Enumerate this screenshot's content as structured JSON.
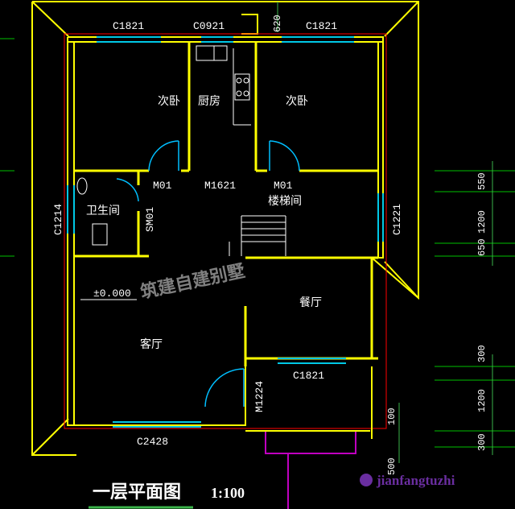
{
  "rooms": {
    "bedroom_left": "次卧",
    "kitchen": "厨房",
    "bedroom_right": "次卧",
    "bathroom": "卫生间",
    "stairwell": "楼梯间",
    "dining": "餐厅",
    "living": "客厅"
  },
  "windows": {
    "top_left": "C1821",
    "top_middle": "C0921",
    "top_right": "C1821",
    "left": "C1214",
    "right": "C1221",
    "dining": "C1821",
    "bottom": "C2428"
  },
  "doors": {
    "bedroom_left": "M01",
    "kitchen": "M1621",
    "bedroom_right": "M01",
    "bathroom": "SM01",
    "entrance": "M1224"
  },
  "dimensions": {
    "top_small": "620",
    "right_upper": [
      "550",
      "1200",
      "650"
    ],
    "right_lower": [
      "300",
      "1200",
      "300"
    ],
    "porch_h": "100",
    "porch_bottom": "500"
  },
  "level": "±0.000",
  "title": "一层平面图",
  "scale": "1:100",
  "watermark": {
    "logo_text": "筑建自建别墅",
    "url": "jianfangtuzhi"
  },
  "colors": {
    "background": "#000000",
    "wall": "#ffff00",
    "wall_outline": "#ff0000",
    "window": "#00c8e6",
    "door_arc": "#00bfff",
    "dimension": "#00c000",
    "porch": "#c000c0"
  }
}
